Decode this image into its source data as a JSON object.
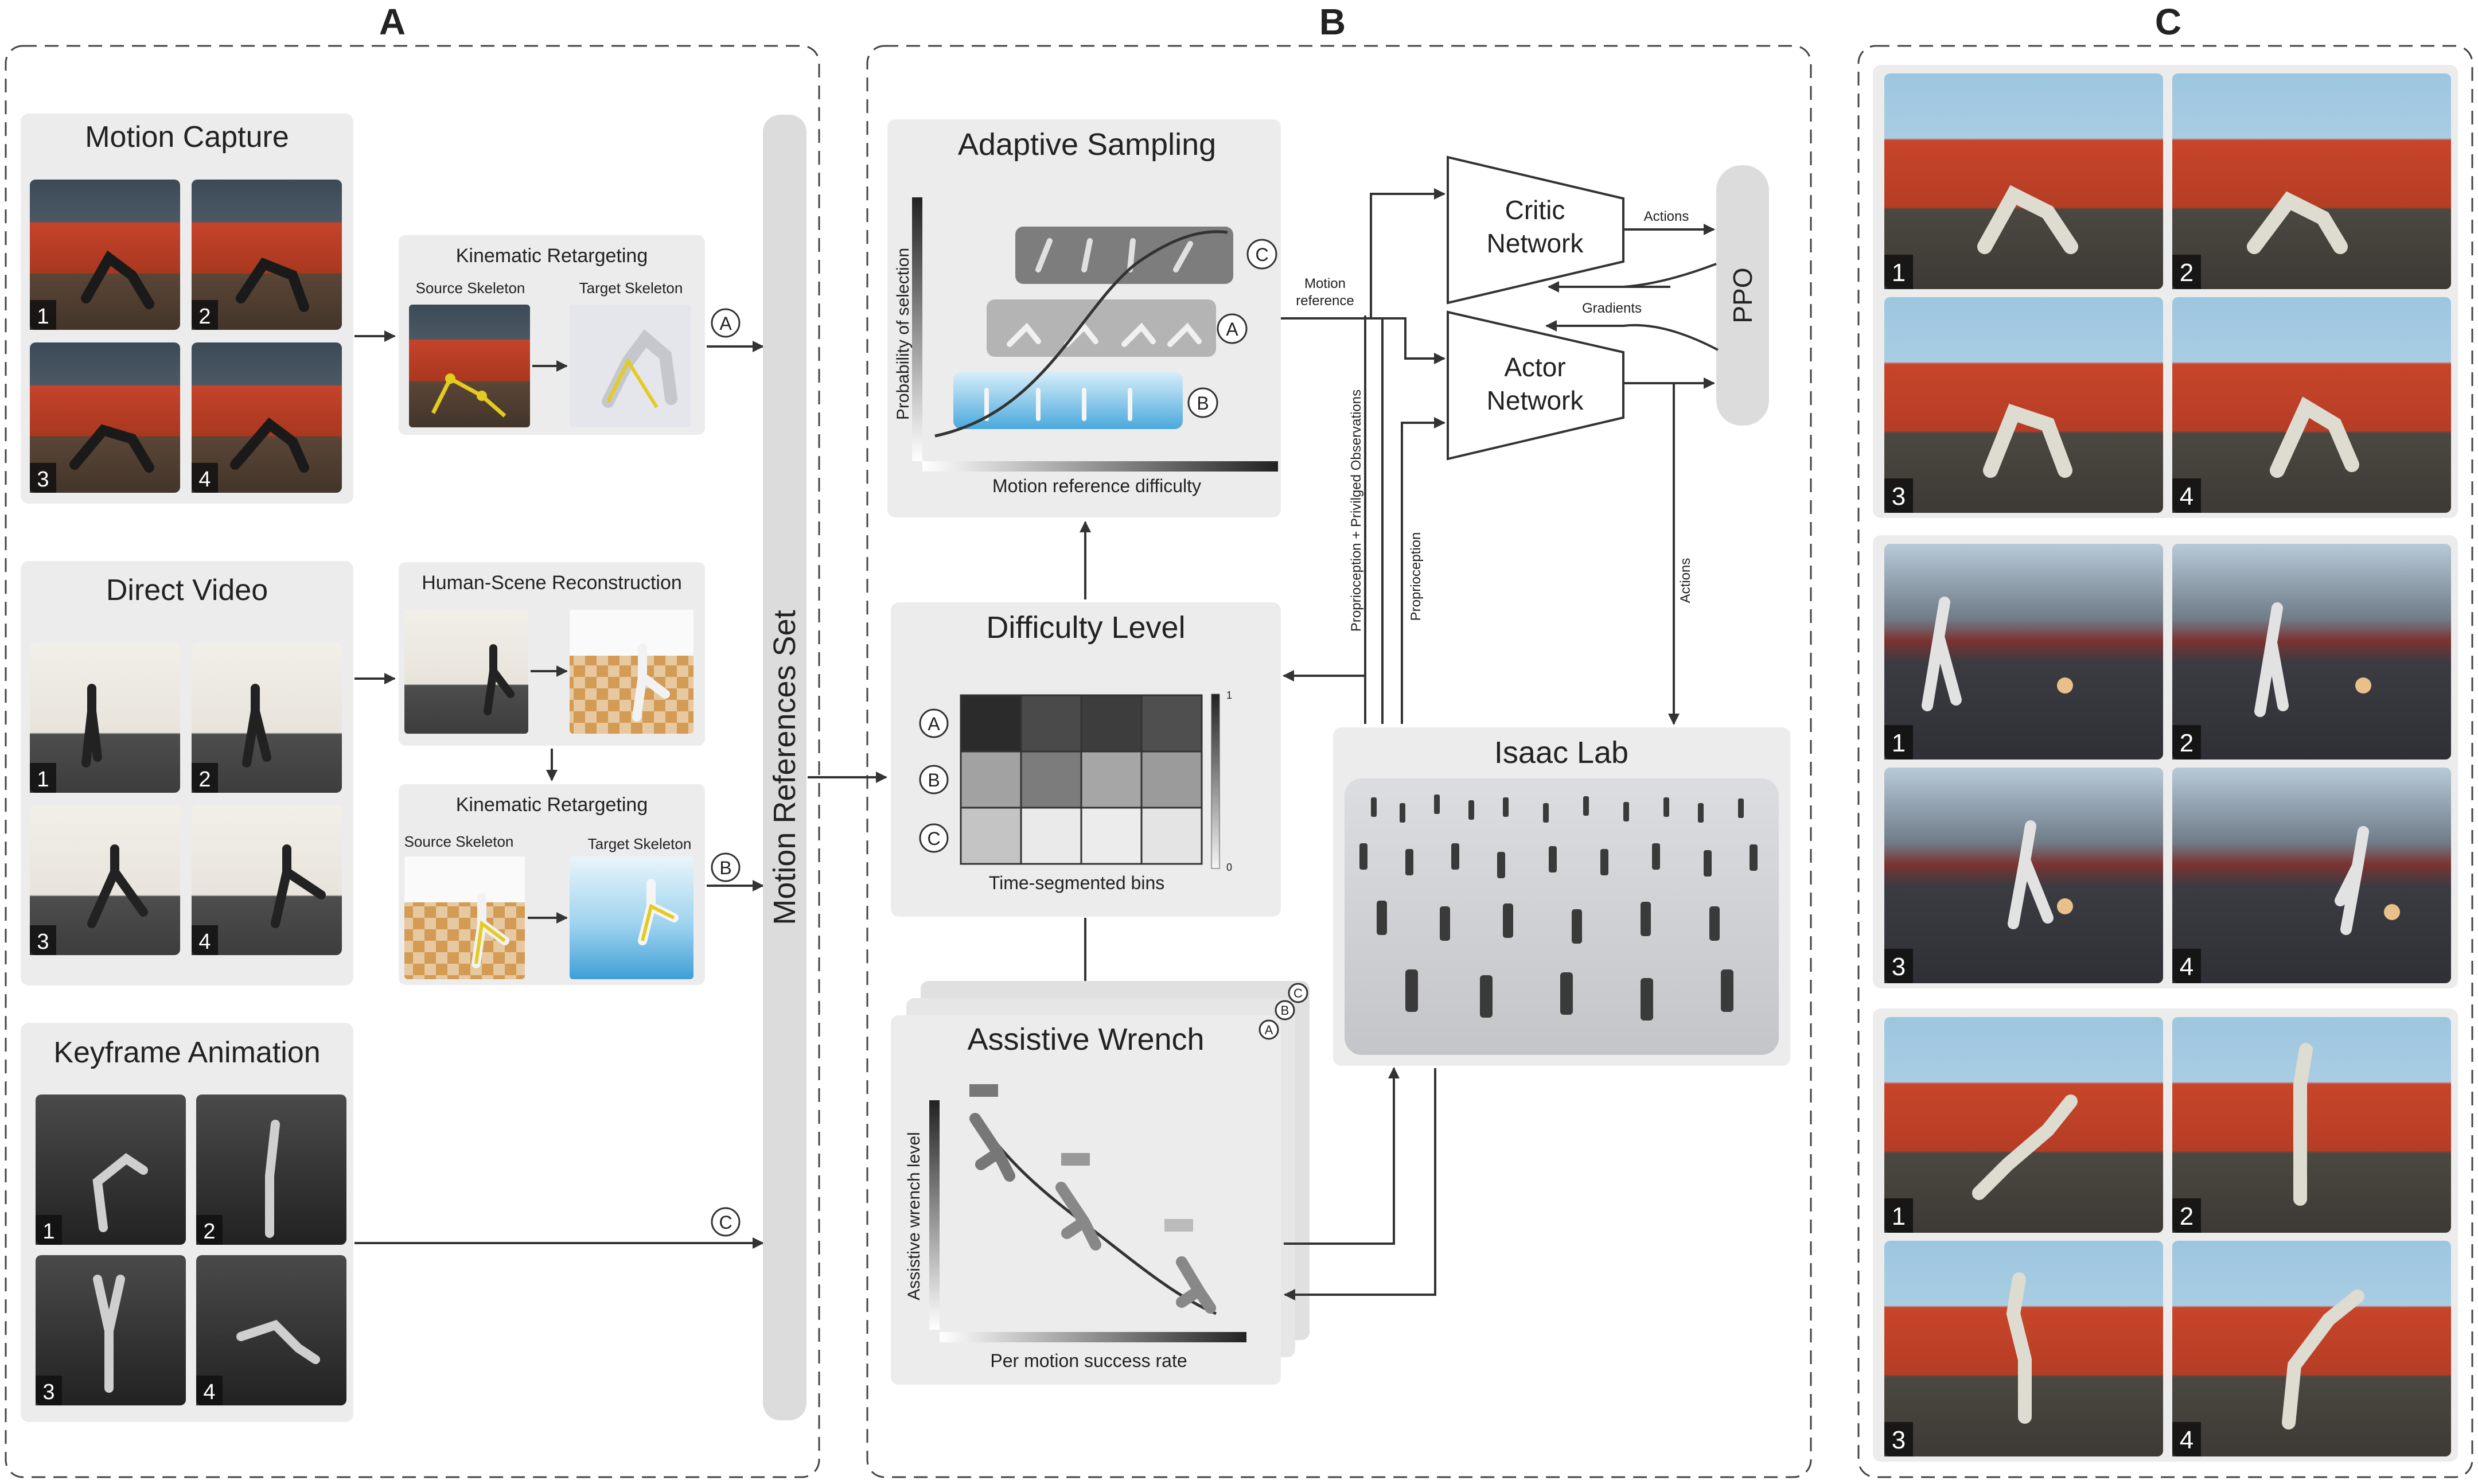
{
  "panels": {
    "a": {
      "letter": "A",
      "sources": {
        "motion_capture": {
          "title": "Motion Capture",
          "frames": [
            "1",
            "2",
            "3",
            "4"
          ]
        },
        "direct_video": {
          "title": "Direct Video",
          "frames": [
            "1",
            "2",
            "3",
            "4"
          ]
        },
        "keyframe_animation": {
          "title": "Keyframe Animation",
          "frames": [
            "1",
            "2",
            "3",
            "4"
          ]
        }
      },
      "kinematic_retargeting_top": {
        "title": "Kinematic Retargeting",
        "source_label": "Source Skeleton",
        "target_label": "Target Skeleton"
      },
      "human_scene_reconstruction": {
        "title": "Human-Scene Reconstruction"
      },
      "kinematic_retargeting_bottom": {
        "title": "Kinematic Retargeting",
        "source_label": "Source Skeleton",
        "target_label": "Target Skeleton"
      },
      "markers": [
        "A",
        "B",
        "C"
      ],
      "references_set": "Motion References Set"
    },
    "b": {
      "letter": "B",
      "adaptive_sampling": {
        "title": "Adaptive Sampling",
        "ylabel": "Probability of selection",
        "xlabel": "Motion reference difficulty",
        "markers": [
          "C",
          "A",
          "B"
        ]
      },
      "difficulty_level": {
        "title": "Difficulty Level",
        "xlabel": "Time-segmented bins",
        "row_markers": [
          "A",
          "B",
          "C"
        ],
        "colorbar_max": "1",
        "colorbar_min": "0",
        "grid_colors": [
          [
            "#2b2b2b",
            "#4a4a4a",
            "#3d3d3d",
            "#4f4f4f"
          ],
          [
            "#a2a2a2",
            "#7c7c7c",
            "#a6a6a6",
            "#9b9b9b"
          ],
          [
            "#c4c4c4",
            "#eaeaea",
            "#ececec",
            "#e4e4e4"
          ]
        ]
      },
      "assistive_wrench": {
        "title": "Assistive Wrench",
        "ylabel": "Assistive wrench level",
        "xlabel": "Per motion success rate",
        "stack_markers": [
          "A",
          "B",
          "C"
        ]
      },
      "isaac_lab": {
        "title": "Isaac Lab"
      },
      "critic_network": {
        "line1": "Critic",
        "line2": "Network"
      },
      "actor_network": {
        "line1": "Actor",
        "line2": "Network"
      },
      "ppo": "PPO",
      "motion_reference_label": {
        "line1": "Motion",
        "line2": "reference"
      },
      "actions_label": "Actions",
      "gradients_label": "Gradients",
      "actions_vertical": "Actions",
      "proprioception_privileged": "Proprioception + Privilged Observations",
      "proprioception": "Proprioception"
    },
    "c": {
      "letter": "C",
      "groups": [
        {
          "frames": [
            "1",
            "2",
            "3",
            "4"
          ]
        },
        {
          "frames": [
            "1",
            "2",
            "3",
            "4"
          ]
        },
        {
          "frames": [
            "1",
            "2",
            "3",
            "4"
          ]
        }
      ]
    }
  },
  "colors": {
    "panel_bg": "#ececec",
    "arrow": "#333333",
    "wall_orange": "#c8452a",
    "sky_blue": "#9cc6df",
    "floor_dark": "#4b4741",
    "lab_dark": "#3a3c42",
    "pool_blue": "#5fb4e4",
    "checker_orange": "#d6a25c"
  }
}
